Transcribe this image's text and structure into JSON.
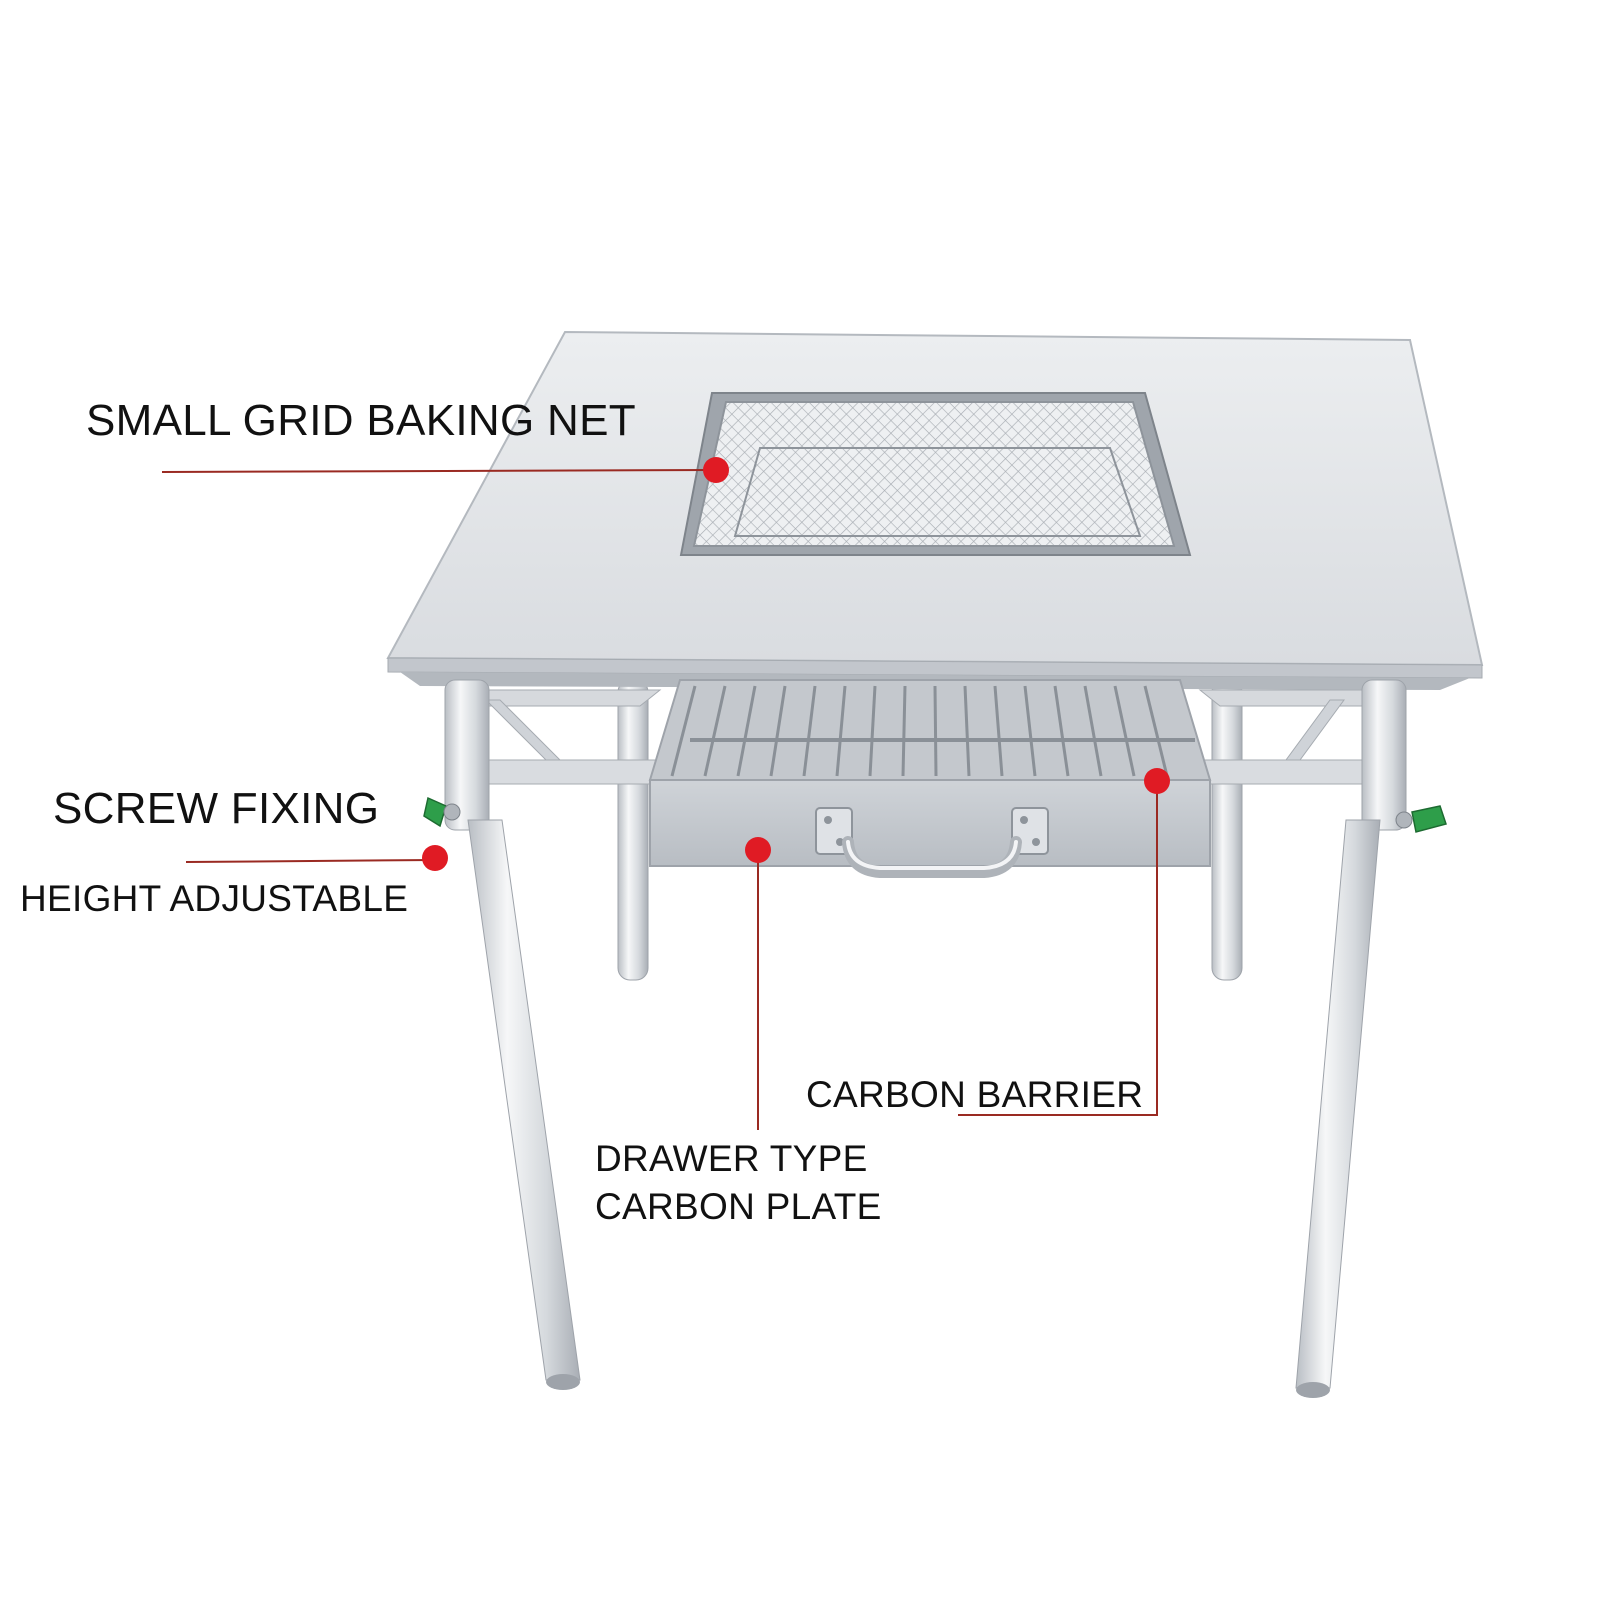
{
  "callouts": {
    "baking_net": "SMALL GRID BAKING NET",
    "screw_fixing": "SCREW FIXING",
    "height_adjustable": "HEIGHT ADJUSTABLE",
    "carbon_barrier": "CARBON BARRIER",
    "drawer_line1": "DRAWER TYPE",
    "drawer_line2": "CARBON PLATE"
  },
  "colors": {
    "background": "#ffffff",
    "steel_light": "#e4e6e9",
    "steel_mid": "#c8ccd1",
    "steel_dark": "#9ea3aa",
    "knob_green": "#2e9e4a",
    "marker_red": "#e01b24",
    "leader_line": "#9a2a22",
    "label_text": "#111111"
  },
  "icons": {
    "marker": "red-dot-marker",
    "knob": "green-wing-knob"
  }
}
